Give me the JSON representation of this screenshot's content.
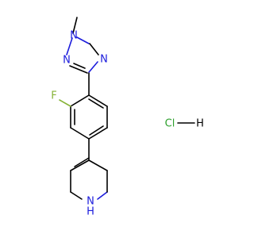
{
  "molecule": {
    "atoms": {
      "n_methyl": "N",
      "n_triazole_left": "N",
      "n_triazole_right": "N",
      "fluorine": "F",
      "nh": "N",
      "nh_h": "H"
    },
    "salt": {
      "cl": "Cl",
      "h": "H"
    }
  },
  "colors": {
    "carbon_bond": "#000000",
    "nitrogen": "#1c1cdc",
    "fluorine": "#86b236",
    "chlorine": "#2ea02e"
  }
}
